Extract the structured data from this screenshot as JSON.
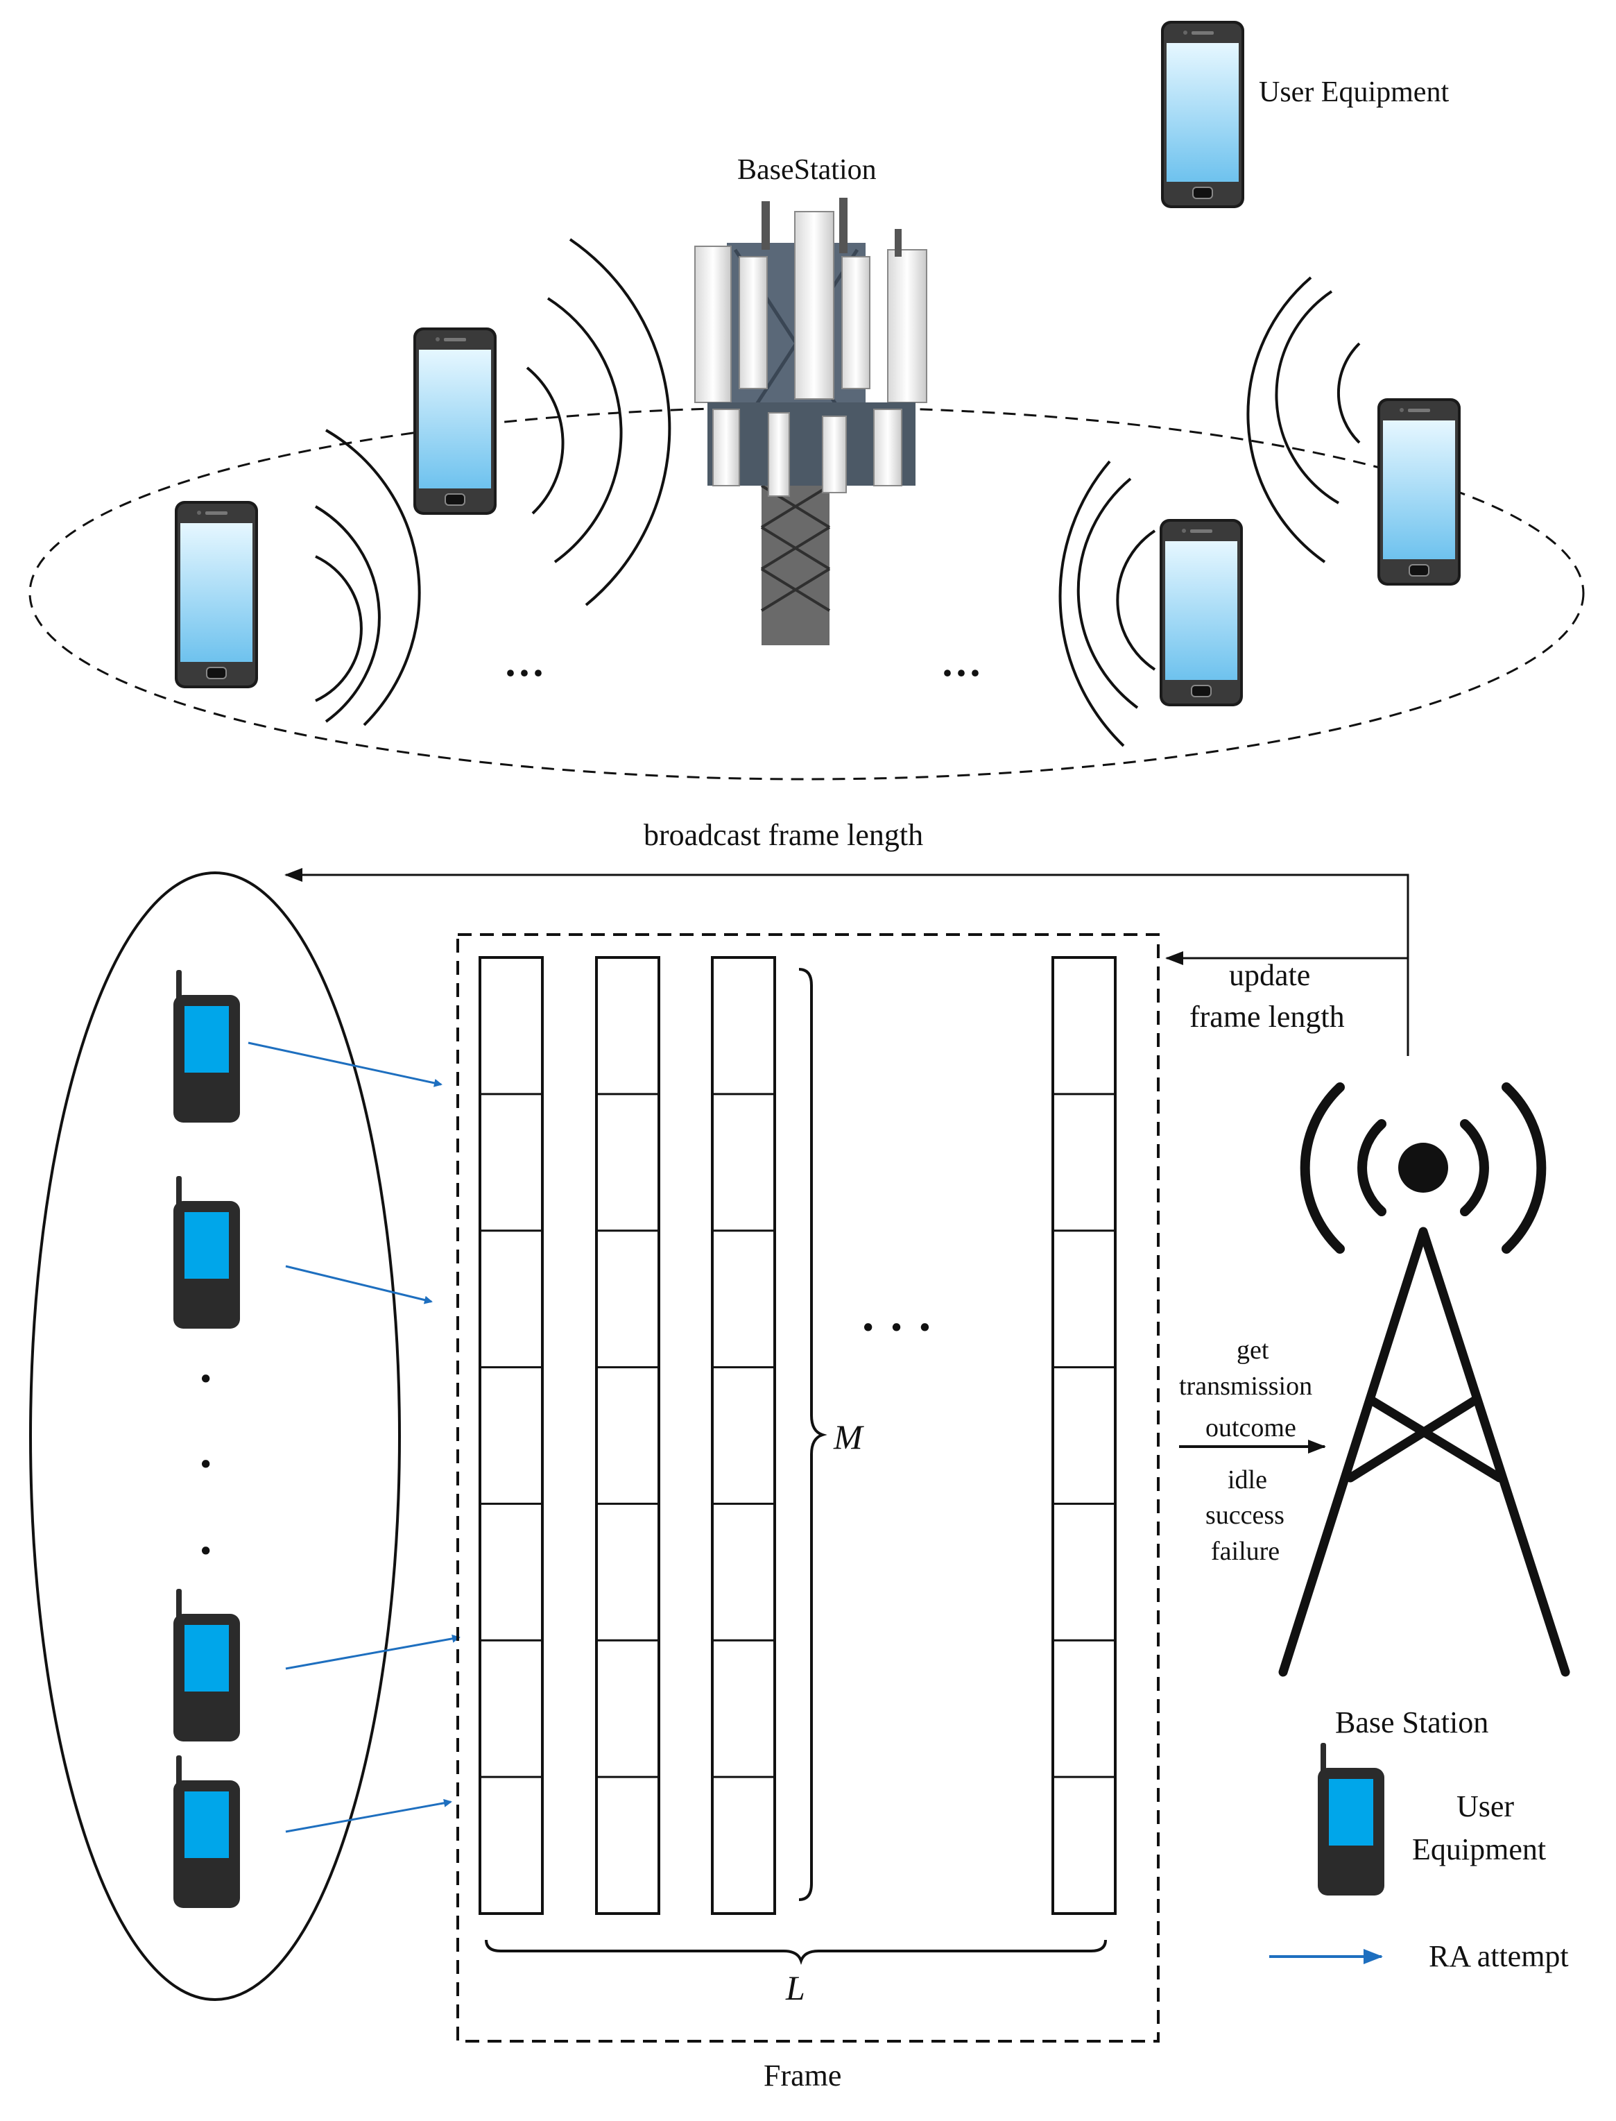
{
  "top": {
    "base_station_label": "BaseStation",
    "ue_legend_label": "User Equipment",
    "ellipsis_left": "···",
    "ellipsis_right": "···"
  },
  "bottom": {
    "broadcast_label": "broadcast frame length",
    "update_label_1": "update",
    "update_label_2": "frame length",
    "outcome_label_1": "get",
    "outcome_label_2": "transmission",
    "outcome_label_3": "outcome",
    "outcome_values": [
      "idle",
      "success",
      "failure"
    ],
    "m_label": "M",
    "l_label": "L",
    "frame_label": "Frame",
    "middle_dots": "· · ·",
    "vertical_dots": [
      "·",
      "·",
      "·"
    ],
    "base_station_label": "Base Station",
    "ue_label_1": "User",
    "ue_label_2": "Equipment",
    "ra_label": "RA attempt"
  },
  "colors": {
    "ra_arrow": "#1e6fbf",
    "phone_screen": "#00a6ea",
    "phone_body": "#2b2b2b",
    "smartphone_screen_top": "#e6f7ff",
    "smartphone_screen_bottom": "#79c9f0",
    "line": "#111111"
  },
  "icons": {
    "smartphone": "smartphone-icon",
    "feature_phone": "feature-phone-icon",
    "tower": "radio-tower-icon",
    "cell_tower_photo": "cell-tower-icon"
  }
}
